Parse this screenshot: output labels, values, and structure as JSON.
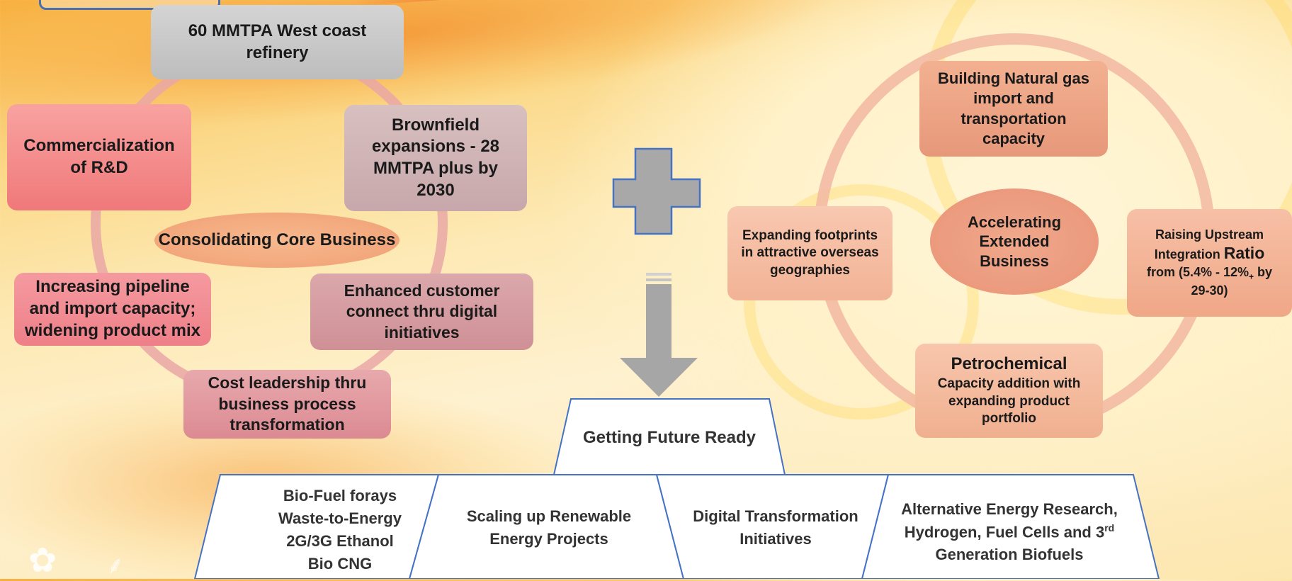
{
  "core": {
    "center": "Consolidating Core Business",
    "refinery": "60 MMTPA West coast refinery",
    "brownfield": "Brownfield expansions - 28 MMTPA plus by 2030",
    "customer": "Enhanced customer connect thru digital initiatives",
    "cost": "Cost leadership thru business process transformation",
    "pipeline": "Increasing pipeline and import capacity; widening product mix",
    "rnd": "Commercialization of R&D"
  },
  "extended": {
    "center": "Accelerating Extended Business",
    "natural_gas": "Building Natural gas import and transportation capacity",
    "upstream_line1": "Raising Upstream",
    "upstream_line2a": "Integration ",
    "upstream_line2b": "Ratio",
    "upstream_line3a": "from (5.4% - 12%",
    "upstream_sub": "+",
    "upstream_line3b": " by",
    "upstream_line4": "29-30)",
    "petro_title": "Petrochemical",
    "petro_sub": "Capacity addition with expanding product portfolio",
    "overseas": "Expanding footprints in attractive overseas geographies"
  },
  "future": {
    "title": "Getting Future Ready",
    "pillars": [
      "Bio-Fuel forays\nWaste-to-Energy\n2G/3G Ethanol\nBio CNG",
      "Scaling up Renewable Energy Projects",
      "Digital Transformation Initiatives"
    ],
    "pillar4_line1": "Alternative Energy Research,",
    "pillar4_line2a": "Hydrogen, Fuel Cells and 3",
    "pillar4_sup": "rd",
    "pillar4_line3": "Generation Biofuels"
  },
  "colors": {
    "ring_core": "#e9a7a6",
    "ring_extended": "#f2b7a2",
    "plus_fill": "#a8a8a8",
    "plus_stroke": "#4472c4",
    "arrow_fill": "#a6a6a6",
    "trapezoid_stroke": "#4472c4"
  },
  "icons": [
    "plus-icon",
    "down-arrow-icon",
    "flower-icon",
    "wheat-icon"
  ]
}
